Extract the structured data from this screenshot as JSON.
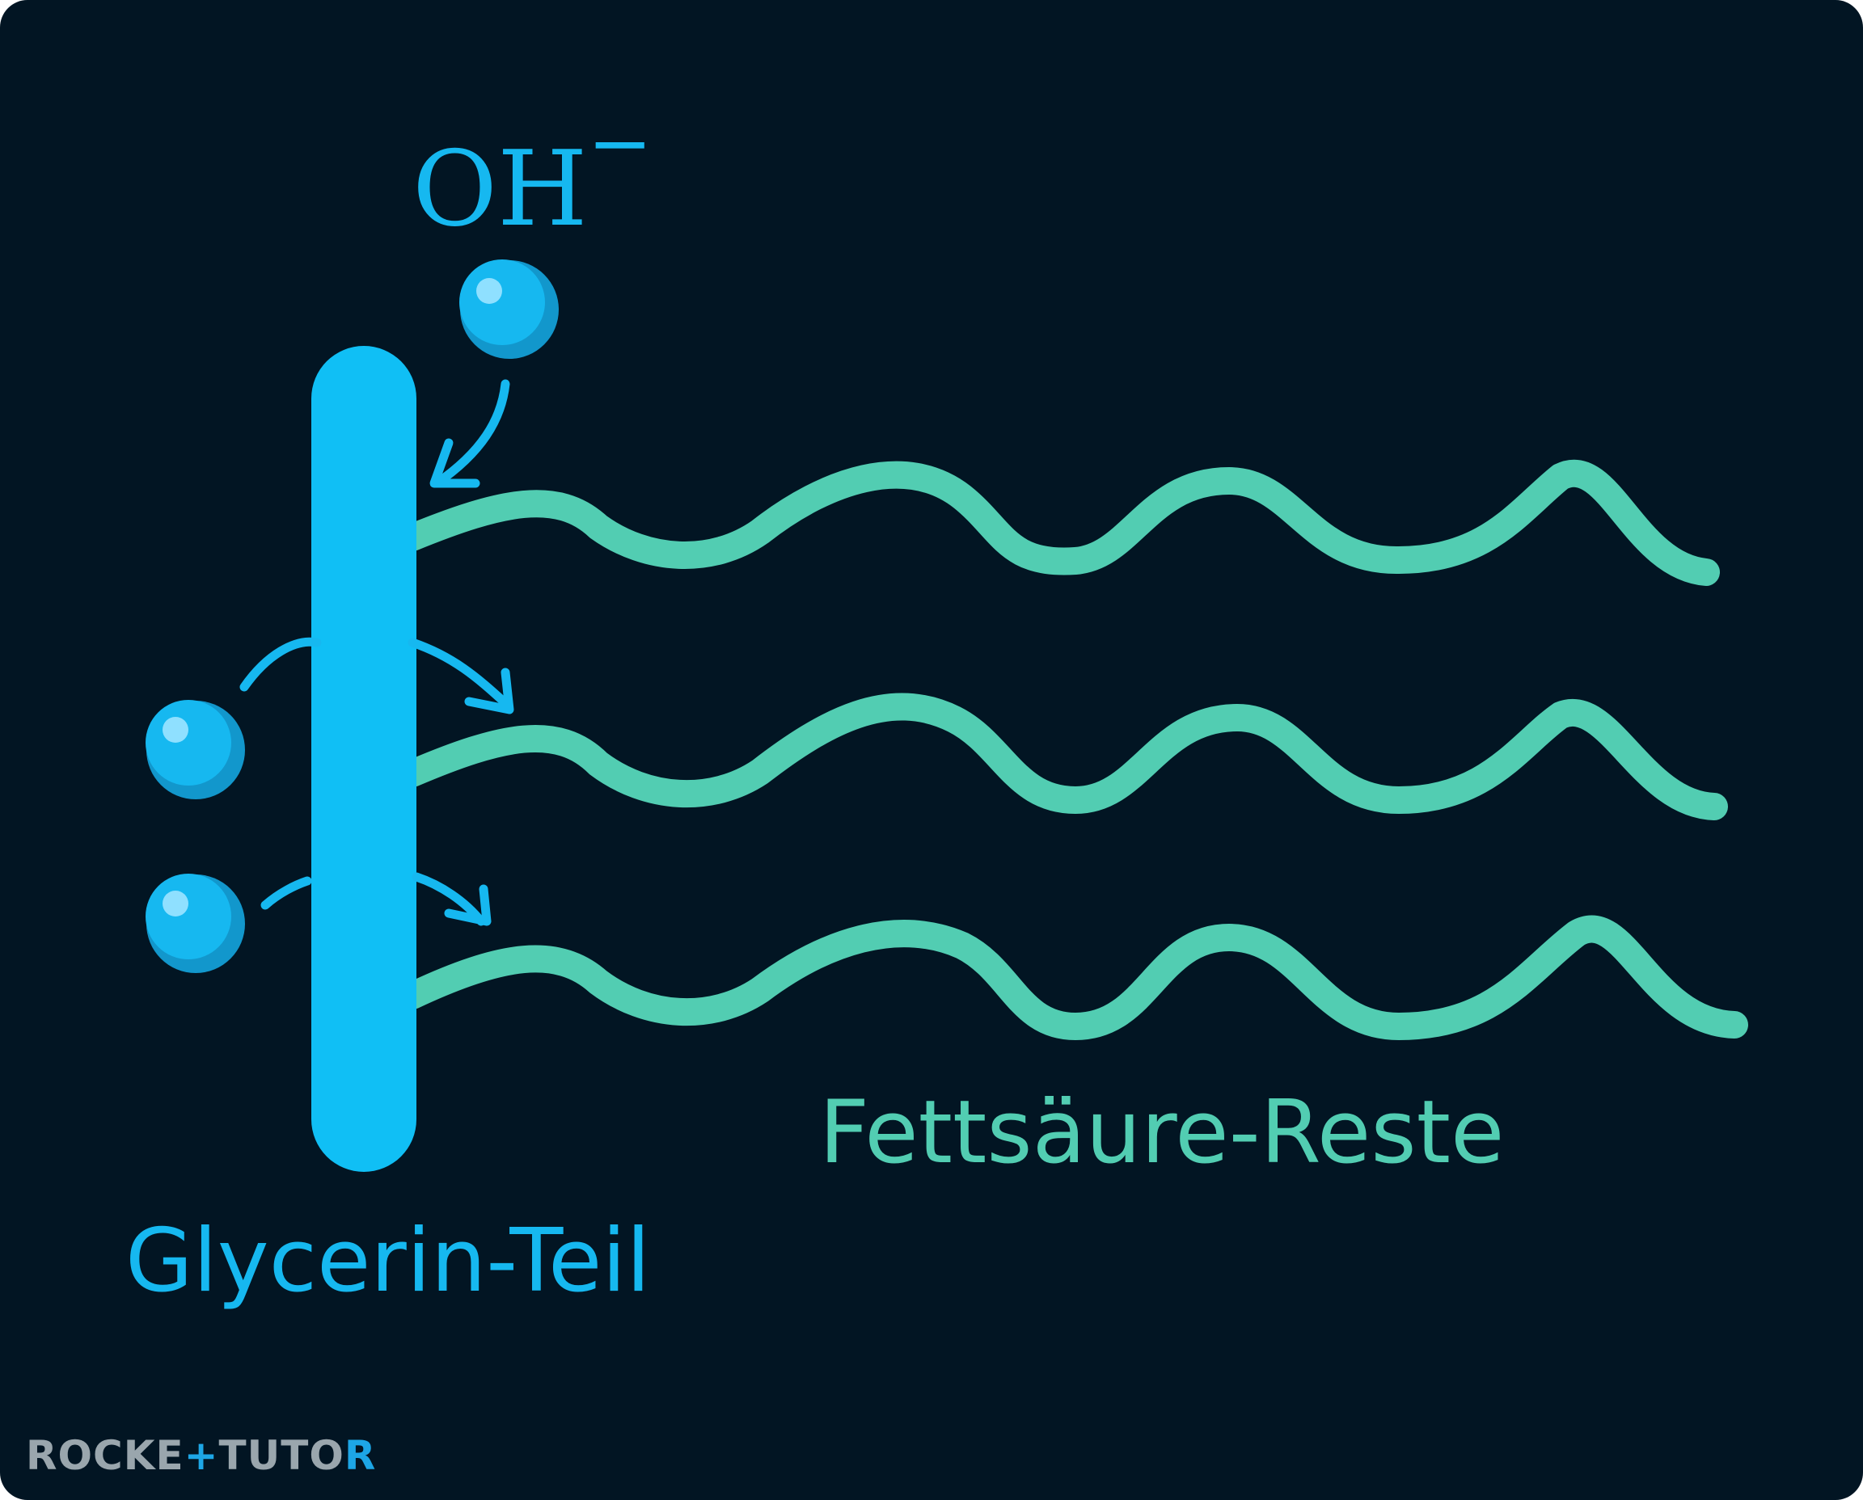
{
  "colors": {
    "background": "#021523",
    "glycerin": "#10bff5",
    "fatty_acid": "#52cdb2",
    "ion": "#16b8f0",
    "ion_shade": "#1297cc",
    "ion_highlight": "#8fe0ff",
    "brand_text": "#9aa6ad",
    "brand_accent": "#1da6e6"
  },
  "labels": {
    "hydroxide_base": "OH",
    "hydroxide_charge": "−",
    "fatty_acids": "Fettsäure-Reste",
    "glycerin": "Glycerin-Teil"
  },
  "brand": {
    "part1": "ROCKE",
    "mark": "+",
    "part2": "TUTO",
    "part3": "R"
  },
  "icons": {
    "hydroxide_ion": "sphere",
    "attack_arrow": "curved-arrow"
  }
}
